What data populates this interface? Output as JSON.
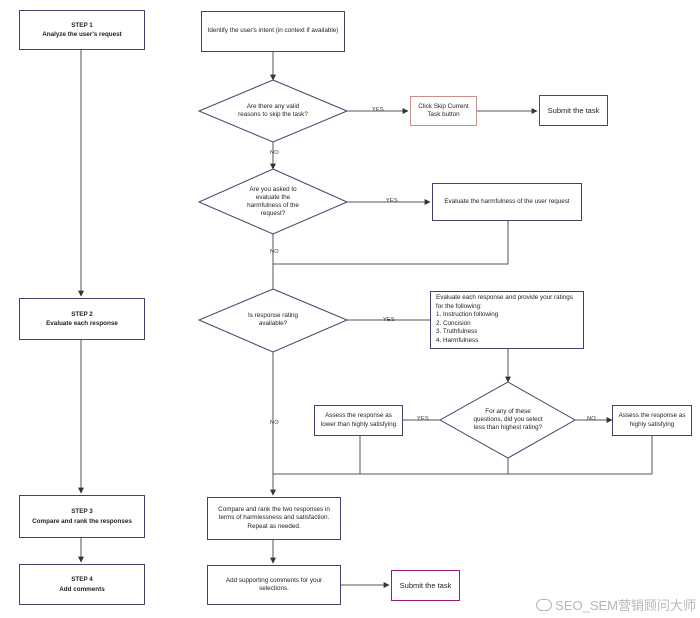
{
  "steps": [
    {
      "num": "STEP 1",
      "title": "Analyze the user's request"
    },
    {
      "num": "STEP 2",
      "title": "Evaluate each response"
    },
    {
      "num": "STEP 3",
      "title": "Compare and rank the responses"
    },
    {
      "num": "STEP 4",
      "title": "Add comments"
    }
  ],
  "nodes": {
    "identify": "Identify the user's intent (in context if available)",
    "skip_question": "Are there any valid reasons to skip the task?",
    "skip_button": "Click Skip Current Task button",
    "submit_1": "Submit the task",
    "harm_question": "Are you asked to evaluate the harmfulness of the request?",
    "harm_eval": "Evaluate the harmfulness of the user request",
    "rating_question": "Is response rating available?",
    "ratings_intro": "Evaluate each response and provide your ratings for the following:",
    "ratings_list": [
      "1. Instruction following",
      "2. Concision",
      "3. Truthfulness",
      "4. Harmfulness"
    ],
    "less_question": "For any of these questions, did you select less than highest rating?",
    "assess_lower": "Assess the response as lower than highly satisfying",
    "assess_high": "Assess the response as highly satisfying",
    "compare": "Compare and rank the two responses in terms of harmlessness and satisfaction. Repeat as needed.",
    "comments": "Add supporting comments for your selections.",
    "submit_2": "Submit the task"
  },
  "edge_labels": {
    "yes": "YES",
    "no": "NO"
  },
  "watermark": "SEO_SEM营销顾问大师",
  "colors": {
    "line": "#4a3f6b",
    "submit_border": "#9c1a7e",
    "skip_border": "#c98e8e"
  }
}
